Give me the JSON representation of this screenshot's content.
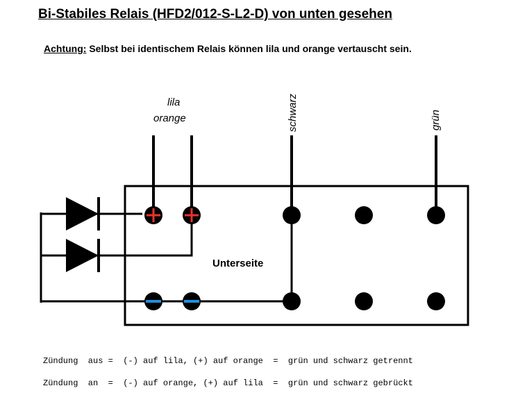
{
  "title": "Bi-Stabiles Relais (HFD2/012-S-L2-D) von unten gesehen",
  "warning": {
    "label": "Achtung:",
    "text": " Selbst bei identischem Relais können lila und orange vertauscht sein."
  },
  "wires": {
    "lila": "lila",
    "orange": "orange",
    "schwarz": "schwarz",
    "gruen": "grün"
  },
  "relay": {
    "side_label": "Unterseite"
  },
  "notes": [
    "Zündung  aus =  (-) auf lila, (+) auf orange  =  grün und schwarz getrennt",
    "Zündung  an  =  (-) auf orange, (+) auf lila  =  grün und schwarz gebrückt"
  ],
  "colors": {
    "plus_pin": "#e8332a",
    "minus_pin": "#1e90e0",
    "pin": "#000000"
  }
}
